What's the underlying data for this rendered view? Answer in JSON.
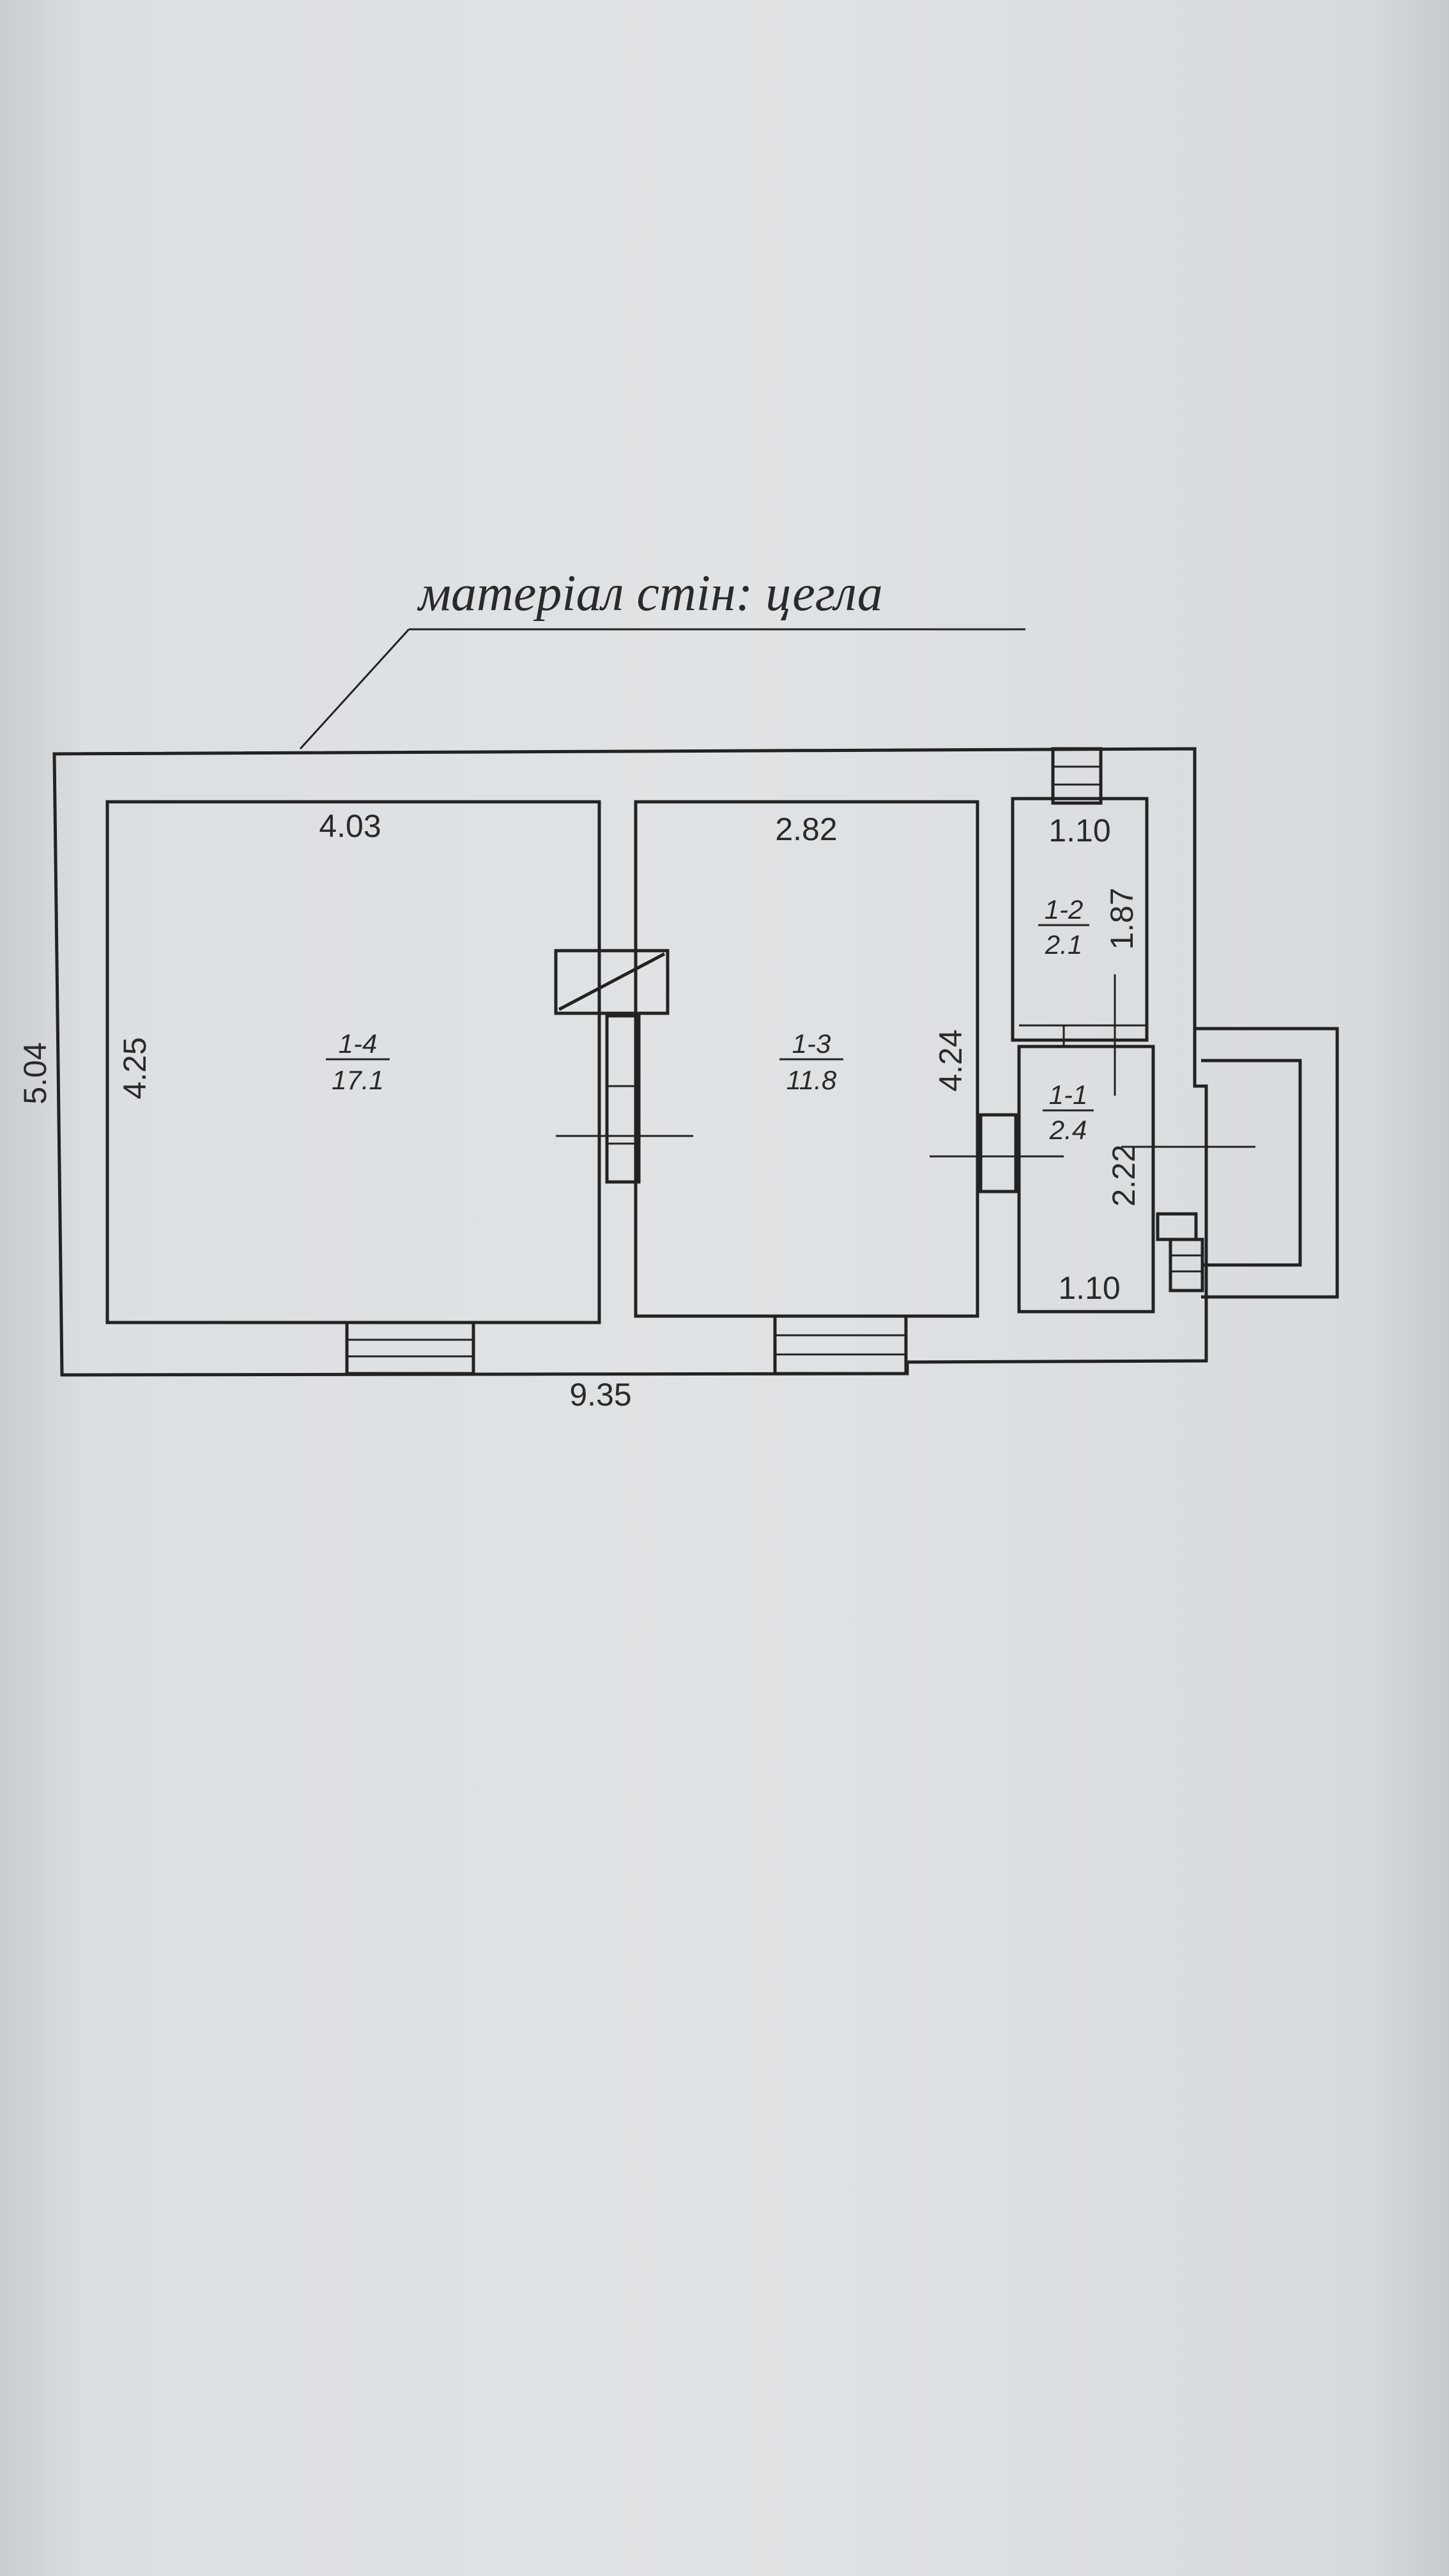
{
  "caption": "матеріал стін: цегла",
  "dimensions": {
    "overall_width": "9.35",
    "overall_height": "5.04",
    "room14_width": "4.03",
    "room14_height": "4.25",
    "room13_width": "2.82",
    "room13_height": "4.24",
    "room12_width": "1.10",
    "room12_height": "1.87",
    "room11_width": "1.10",
    "room11_height": "2.22"
  },
  "rooms": [
    {
      "id": "1-4",
      "area": "17.1"
    },
    {
      "id": "1-3",
      "area": "11.8"
    },
    {
      "id": "1-2",
      "area": "2.1"
    },
    {
      "id": "1-1",
      "area": "2.4"
    }
  ]
}
